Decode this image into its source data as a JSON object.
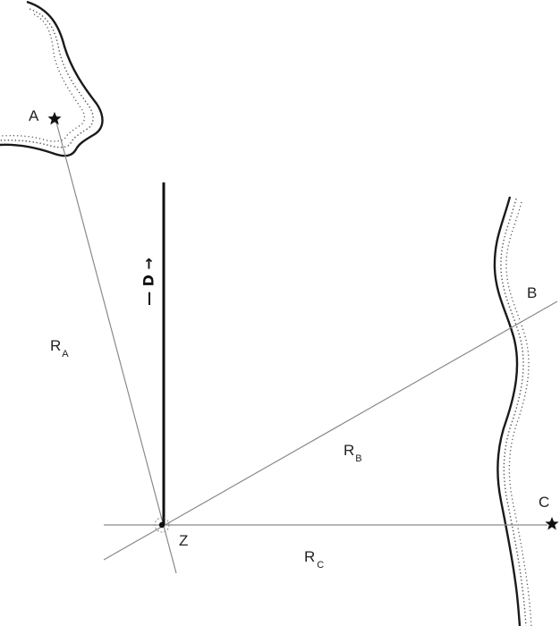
{
  "points": {
    "a": "A",
    "b": "B",
    "c": "C",
    "z": "Z"
  },
  "ranges": {
    "ra": {
      "main": "R",
      "sub": "A"
    },
    "rb": {
      "main": "R",
      "sub": "B"
    },
    "rc": {
      "main": "R",
      "sub": "C"
    }
  },
  "direction_label": "— D →",
  "colors": {
    "ray": "#8a8a8a",
    "heading": "#111111",
    "coast": "#1a1a1a",
    "land_dots": "#555555"
  },
  "icons": {
    "station_a": "star-icon",
    "station_c": "star-icon"
  }
}
